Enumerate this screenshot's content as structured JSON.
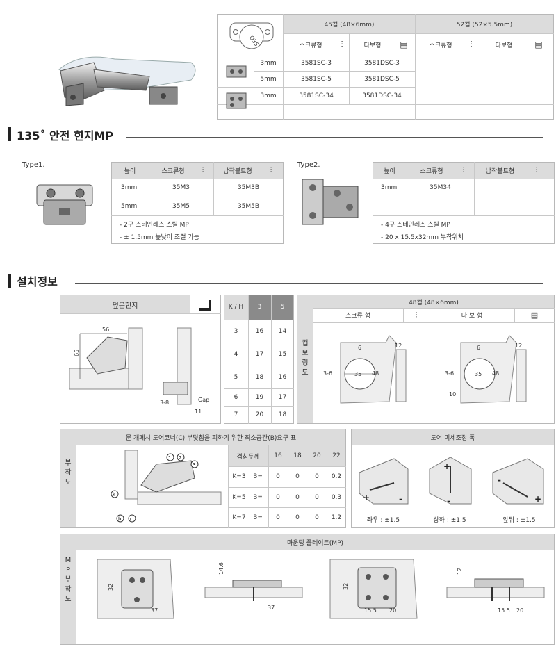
{
  "top_table": {
    "cup45_header": "45컵 (48×6mm)",
    "cup52_header": "52컵 (52×5.5mm)",
    "screw": "스크류형",
    "dowel": "다보형",
    "dia_label": "Ø35",
    "rows": [
      {
        "height": "3mm",
        "screw": "3581SC-3",
        "dowel": "3581DSC-3"
      },
      {
        "height": "5mm",
        "screw": "3581SC-5",
        "dowel": "3581DSC-5"
      },
      {
        "height": "3mm",
        "screw": "3581SC-34",
        "dowel": "3581DSC-34"
      }
    ]
  },
  "section1": {
    "title": "135˚ 안전 힌지MP",
    "type1": {
      "label": "Type1.",
      "col_height": "높이",
      "col_screw": "스크류형",
      "col_bolt": "납작볼트형",
      "rows": [
        {
          "height": "3mm",
          "screw": "35M3",
          "bolt": "35M3B"
        },
        {
          "height": "5mm",
          "screw": "35M5",
          "bolt": "35M5B"
        }
      ],
      "notes": [
        "- 2구 스테인레스 스틸 MP",
        "- ± 1.5mm 높낮이 조절 가능"
      ]
    },
    "type2": {
      "label": "Type2.",
      "col_height": "높이",
      "col_screw": "스크류형",
      "col_bolt": "납작볼트형",
      "rows": [
        {
          "height": "3mm",
          "screw": "35M34",
          "bolt": ""
        }
      ],
      "notes": [
        "- 4구 스테인레스 스틸 MP",
        "- 20 x 15.5x32mm 부착위치"
      ]
    }
  },
  "section2": {
    "title": "설치정보",
    "overlay": {
      "title": "덮문힌지",
      "dims": {
        "w": "56",
        "h": "65",
        "range": "3-8",
        "gap": "Gap",
        "bottom": "11"
      }
    },
    "kh_table": {
      "headers": [
        "K / H",
        "3",
        "5"
      ],
      "rows": [
        [
          "3",
          "16",
          "14"
        ],
        [
          "4",
          "17",
          "15"
        ],
        [
          "5",
          "18",
          "16"
        ],
        [
          "6",
          "19",
          "17"
        ],
        [
          "7",
          "20",
          "18"
        ]
      ]
    },
    "cup_boring": {
      "side_label": "컵보링도",
      "title": "48컵 (48×6mm)",
      "screw": "스크류 형",
      "dowel": "다 보 형",
      "dims": {
        "d6": "6",
        "d12": "12",
        "d36": "3-6",
        "d35": "35",
        "d48": "48",
        "d10": "10"
      }
    },
    "door_gap": {
      "side_label": "부착도",
      "title": "문 개폐시 도어코너(C) 부딪침을 피하기 위한 최소공간(B)요구 표",
      "headers": [
        "겹침두께",
        "16",
        "18",
        "20",
        "22"
      ],
      "rows": [
        {
          "k": "K=3",
          "b": "B=",
          "vals": [
            "0",
            "0",
            "0",
            "0.2"
          ]
        },
        {
          "k": "K=5",
          "b": "B=",
          "vals": [
            "0",
            "0",
            "0",
            "0.3"
          ]
        },
        {
          "k": "K=7",
          "b": "B=",
          "vals": [
            "0",
            "0",
            "0",
            "1.2"
          ]
        }
      ],
      "markers": {
        "k": "k",
        "b": "b",
        "c": "c",
        "n1": "1",
        "n2": "2",
        "n3": "3"
      }
    },
    "adjust": {
      "title": "도어 미세조정 폭",
      "items": [
        "좌우 : ±1.5",
        "상하 : ±1.5",
        "앞뒤 : ±1.5"
      ]
    },
    "mounting": {
      "side_label": "MP부착도",
      "title": "마운팅 플레이트(MP)",
      "dims": {
        "d32a": "32",
        "d37a": "37",
        "d146": "14.6",
        "d37b": "37",
        "d32b": "32",
        "d155": "15.5",
        "d20": "20",
        "d12": "12",
        "d155b": "15.5",
        "d20b": "20"
      }
    }
  }
}
